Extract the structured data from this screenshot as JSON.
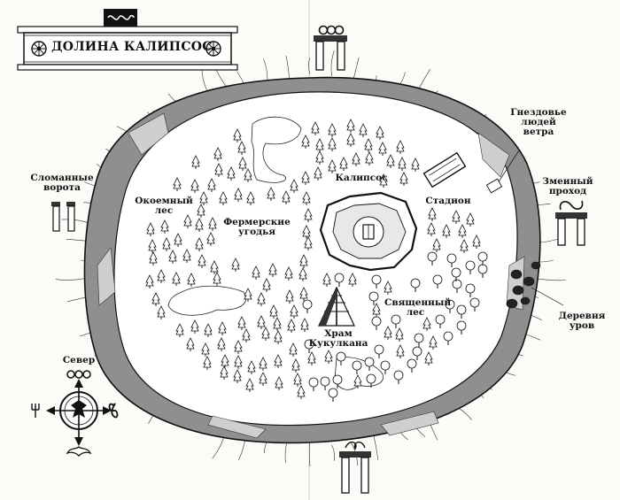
{
  "map": {
    "title": "ДОЛИНА КАЛИПСОС",
    "labels": {
      "broken_gates": "Сломанные\nворота",
      "nests": "Гнездовье\nлюдей\nветра",
      "snake_pass": "Змеиный\nпроход",
      "calipsos": "Калипсос",
      "stadium": "Стадион",
      "forest_eye": "Окоемный\nлес",
      "farmland": "Фермерские\nугодья",
      "sacred_forest": "Священный\nлес",
      "temple": "Храм\nКукулкана",
      "village": "Деревня\nуров",
      "north": "Север"
    },
    "colors": {
      "ink": "#111111",
      "cliff_fill": "#8f8f8f",
      "valley_fill": "#ffffff",
      "paper": "#fbfbf8"
    },
    "icons": [
      "snake-glyph-icon",
      "sun-wheel-icon",
      "gate-icon",
      "tree-icon",
      "pyramid-icon",
      "city-icon",
      "compass-icon",
      "bird-icon",
      "fork-icon",
      "infinity-icon"
    ]
  }
}
